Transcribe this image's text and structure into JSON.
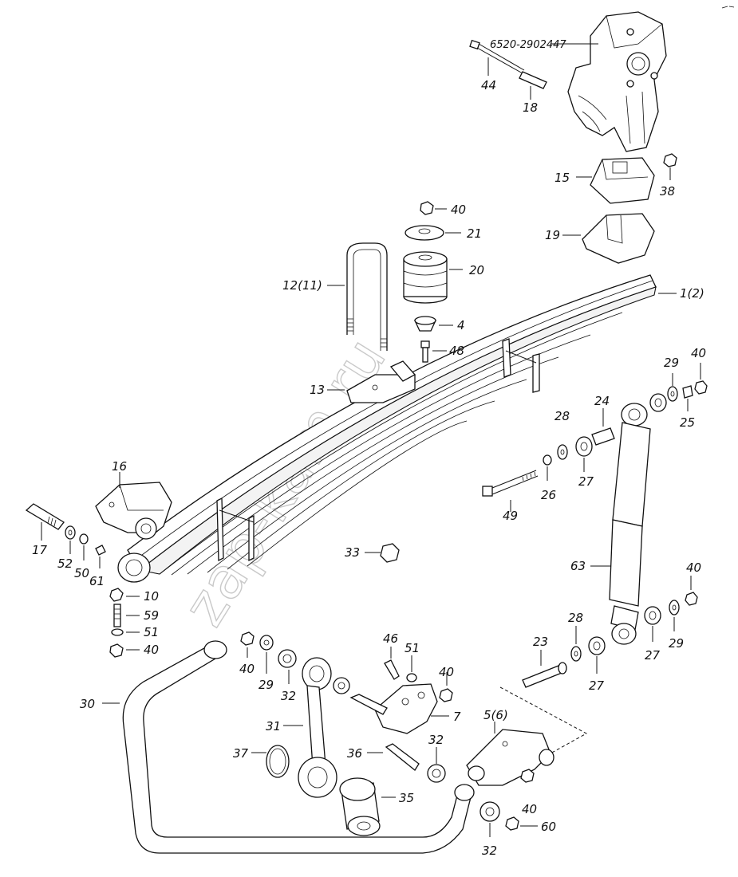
{
  "watermark": "zap-kam.ru",
  "part_number": "6520-2902447",
  "labels": {
    "l44": "44",
    "l18": "18",
    "l15": "15",
    "l38": "38",
    "l40a": "40",
    "l21": "21",
    "l19": "19",
    "l20": "20",
    "l12": "12(11)",
    "l1": "1(2)",
    "l4": "4",
    "l48": "48",
    "l13": "13",
    "l29a": "29",
    "l40b": "40",
    "l25": "25",
    "l28a": "28",
    "l24": "24",
    "l16": "16",
    "l26": "26",
    "l27a": "27",
    "l49": "49",
    "l17": "17",
    "l52": "52",
    "l50": "50",
    "l61": "61",
    "l33": "33",
    "l63": "63",
    "l40c": "40",
    "l10": "10",
    "l59": "59",
    "l51a": "51",
    "l40d": "40",
    "l28b": "28",
    "l27b": "27",
    "l29b": "29",
    "l46": "46",
    "l51b": "51",
    "l23": "23",
    "l40e": "40",
    "l29c": "29",
    "l27c": "27",
    "l32a": "32",
    "l40f": "40",
    "l7": "7",
    "l30": "30",
    "l31": "31",
    "l56": "5(6)",
    "l37": "37",
    "l36": "36",
    "l32b": "32",
    "l35": "35",
    "l40g": "40",
    "l60": "60",
    "l32c": "32"
  }
}
